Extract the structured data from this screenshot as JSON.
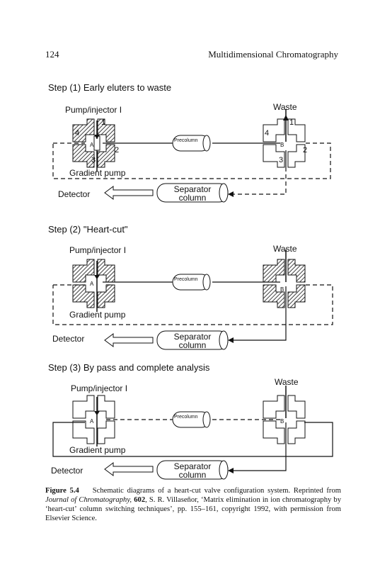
{
  "page": {
    "number": "124",
    "running_head": "Multidimensional Chromatography"
  },
  "labels": {
    "pump_injector": "Pump/injector I",
    "waste": "Waste",
    "gradient_pump": "Gradient pump",
    "detector": "Detector",
    "separator_line1": "Separator",
    "separator_line2": "column",
    "precolumn": "Precolumn",
    "port_a": "A",
    "port_b": "B",
    "port_1": "1",
    "port_2": "2",
    "port_3": "3",
    "port_4": "4"
  },
  "steps": [
    {
      "title": "Step (1) Early eluters to waste"
    },
    {
      "title": "Step (2) \"Heart-cut\""
    },
    {
      "title": "Step (3) By pass and complete analysis"
    }
  ],
  "caption": {
    "figure_label": "Figure 5.4",
    "text1": "Schematic diagrams of a heart-cut valve configuration system. Reprinted from",
    "journal": "Journal of Chromatography,",
    "volume": "602",
    "text2": ", S. R. Villaseñor, ‘Matrix elimination in ion chromatography by ‘heart-cut’ column switching techniques’, pp. 155–161, copyright 1992, with permission from Elsevier Science."
  }
}
